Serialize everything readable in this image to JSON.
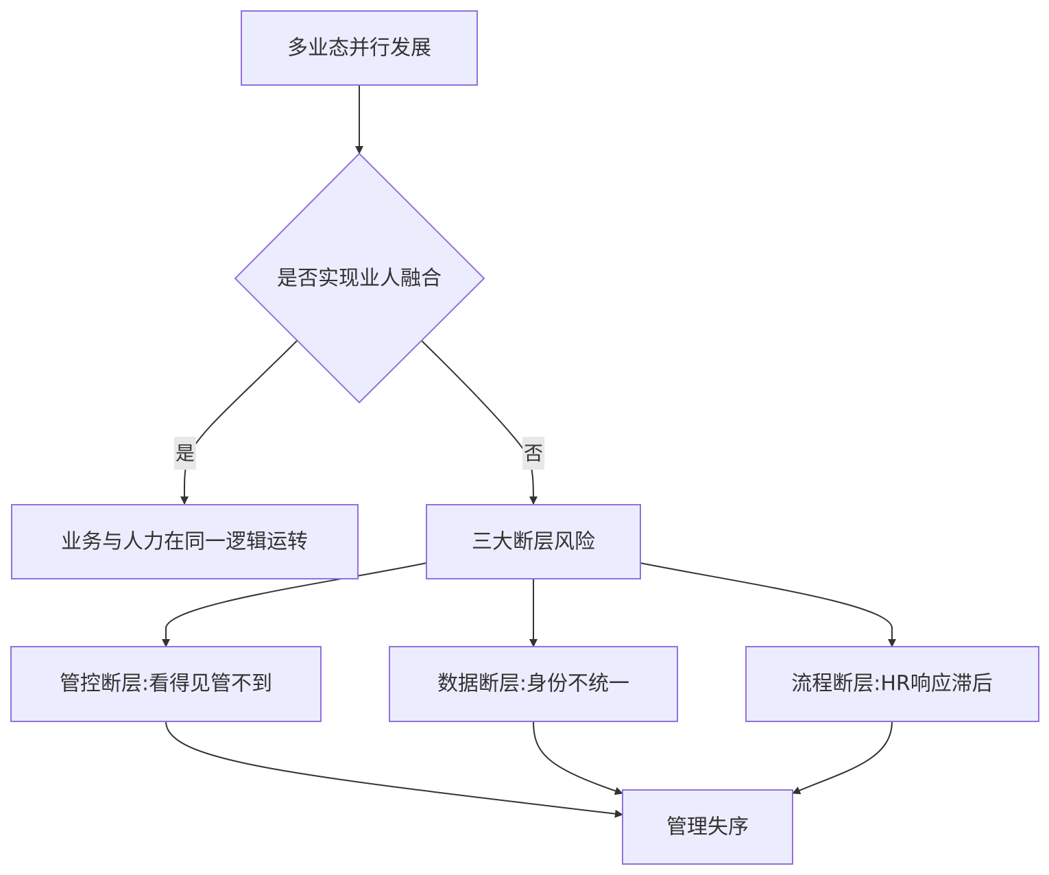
{
  "diagram": {
    "type": "flowchart",
    "nodes": {
      "start": "多业态并行发展",
      "decision": "是否实现业人融合",
      "fusion": "业务与人力在同一逻辑运转",
      "risks": "三大断层风险",
      "control_gap": "管控断层:看得见管不到",
      "data_gap": "数据断层:身份不统一",
      "process_gap": "流程断层:HR响应滞后",
      "result": "管理失序"
    },
    "edge_labels": {
      "yes": "是",
      "no": "否"
    },
    "colors": {
      "node_fill": "#ECECFF",
      "node_stroke": "#9370DB",
      "edge": "#333333",
      "text": "#333333",
      "edge_label_bg": "#E8E8E8"
    }
  }
}
